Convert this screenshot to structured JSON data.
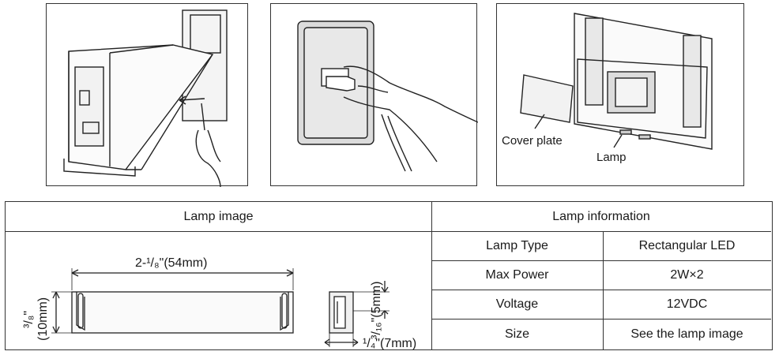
{
  "figures": {
    "panel3": {
      "cover_plate_label": "Cover plate",
      "lamp_label": "Lamp"
    }
  },
  "table": {
    "lamp_image_header": "Lamp image",
    "lamp_info_header": "Lamp information",
    "rows": [
      {
        "label": "Lamp Type",
        "value": "Rectangular LED"
      },
      {
        "label": "Max Power",
        "value": "2W×2"
      },
      {
        "label": "Voltage",
        "value": "12VDC"
      },
      {
        "label": "Size",
        "value": "See the lamp image"
      }
    ],
    "dimensions": {
      "length": "2-¹/₈\"(54mm)",
      "height_fraction": "³/₈\"",
      "height_mm": "(10mm)",
      "top_fraction": "³/₁₆\"(5mm)",
      "depth": "¹/₄\"(7mm)"
    }
  }
}
